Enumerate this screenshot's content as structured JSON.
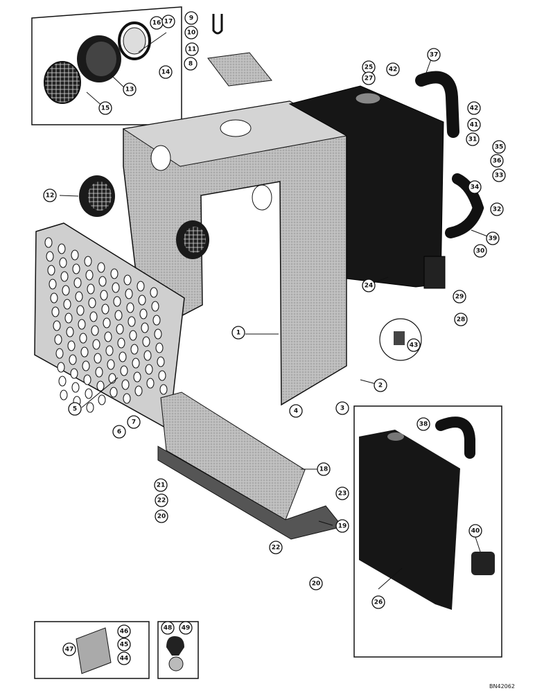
{
  "drawing_number": "BN42062",
  "callouts": {
    "c1": "1",
    "c2": "2",
    "c3": "3",
    "c4": "4",
    "c5": "5",
    "c6": "6",
    "c7": "7",
    "c8": "8",
    "c9": "9",
    "c10": "10",
    "c11": "11",
    "c12": "12",
    "c13": "13",
    "c14": "14",
    "c15": "15",
    "c16": "16",
    "c17": "17",
    "c18": "18",
    "c19": "19",
    "c20a": "20",
    "c20b": "20",
    "c21": "21",
    "c22a": "22",
    "c22b": "22",
    "c23": "23",
    "c24": "24",
    "c25": "25",
    "c26": "26",
    "c27": "27",
    "c28": "28",
    "c29": "29",
    "c30": "30",
    "c31": "31",
    "c32": "32",
    "c33": "33",
    "c34": "34",
    "c35": "35",
    "c36": "36",
    "c37": "37",
    "c38": "38",
    "c39": "39",
    "c40": "40",
    "c41": "41",
    "c42a": "42",
    "c42b": "42",
    "c43": "43",
    "c44": "44",
    "c45": "45",
    "c46": "46",
    "c47": "47",
    "c48": "48",
    "c49": "49"
  },
  "colors": {
    "ink": "#111111",
    "shroud_gray": "#b8b8b8",
    "radiator_black": "#161616",
    "paper": "#ffffff"
  }
}
